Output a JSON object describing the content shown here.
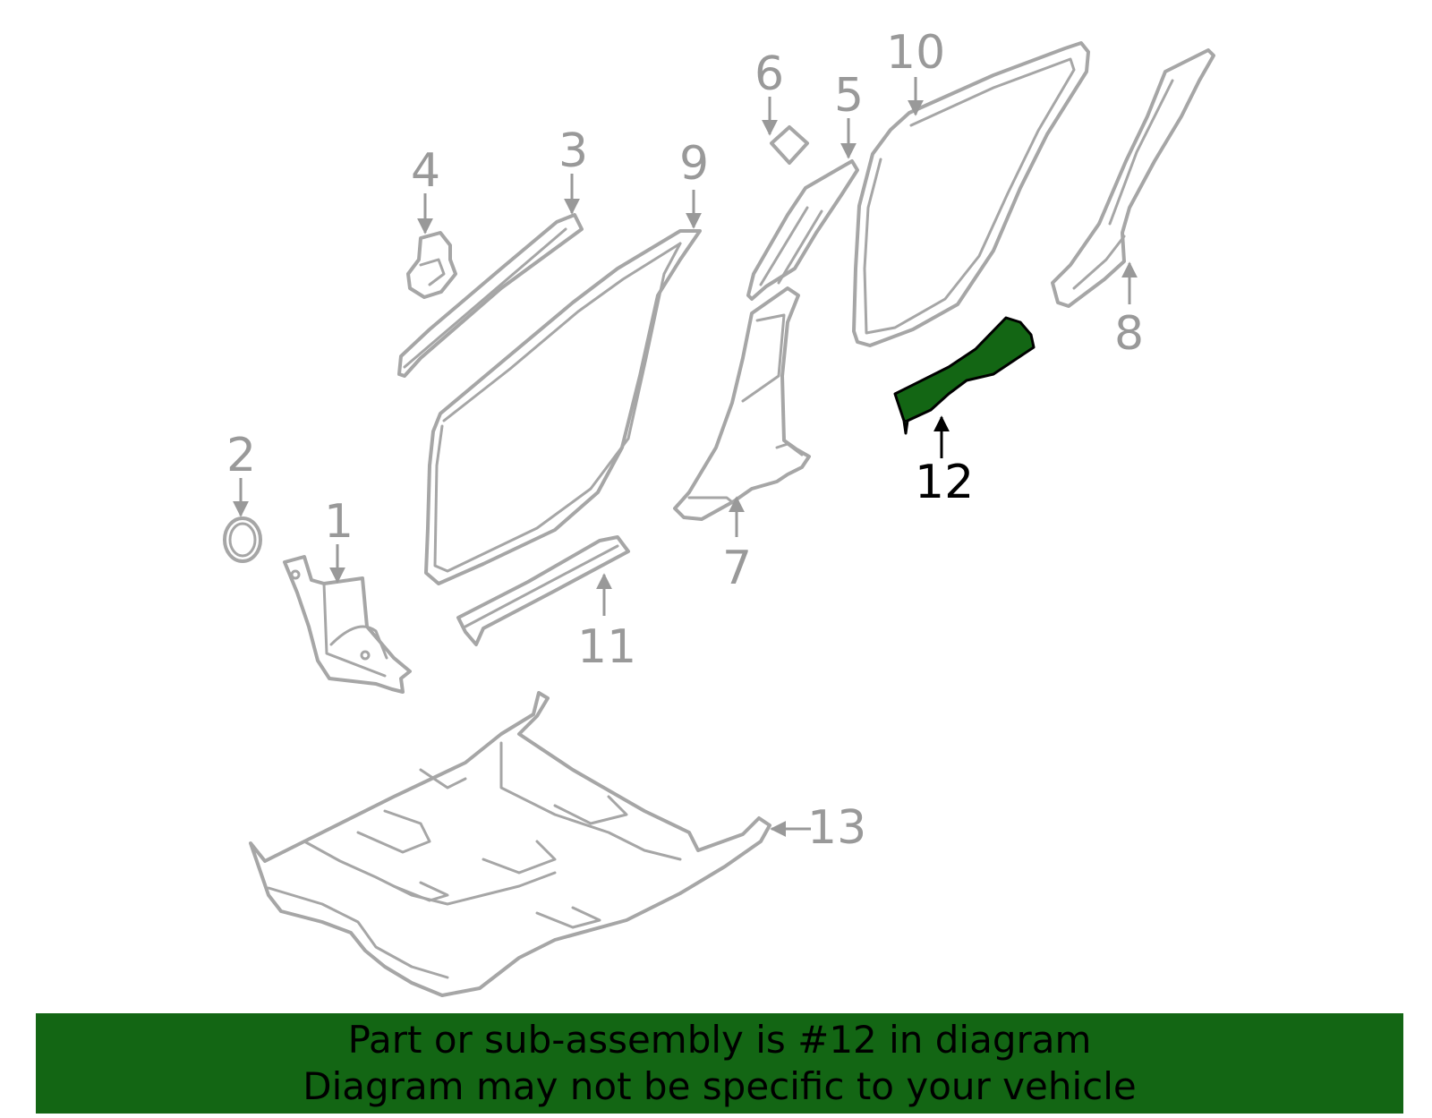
{
  "diagram": {
    "callouts": [
      "1",
      "2",
      "3",
      "4",
      "5",
      "6",
      "7",
      "8",
      "9",
      "10",
      "11",
      "12",
      "13"
    ],
    "highlighted_part": "12"
  },
  "colors": {
    "highlight": "#136614",
    "outline": "#a6a6a6",
    "callout_text": "#999999",
    "active_text": "#000000"
  },
  "banner": {
    "line1": "Part or sub-assembly is #12 in diagram",
    "line2": "Diagram may not be specific to your vehicle"
  }
}
